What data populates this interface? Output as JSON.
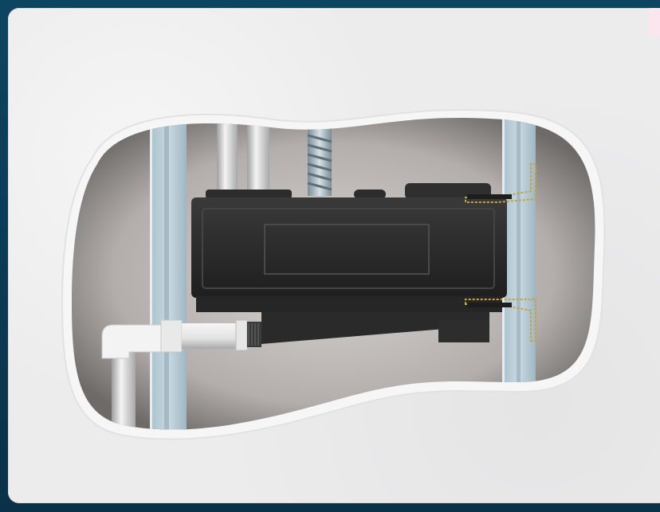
{
  "scene": {
    "description_text": "",
    "colors": {
      "frame": "#0b3b52",
      "card": "#ececed",
      "cavity_dark": "#6e6a68",
      "cavity_light": "#d9d6d3",
      "stud": "#b8ccd6",
      "box": "#2a2a2a",
      "pipe": "#f2f2f2",
      "bracket": "#c8a23a"
    },
    "icons": [
      "wall-cavity-illustration",
      "wall-stud-left",
      "wall-stud-right",
      "in-wall-box",
      "threaded-rod-icon",
      "water-pipe-icon",
      "mounting-bracket-icon"
    ]
  }
}
